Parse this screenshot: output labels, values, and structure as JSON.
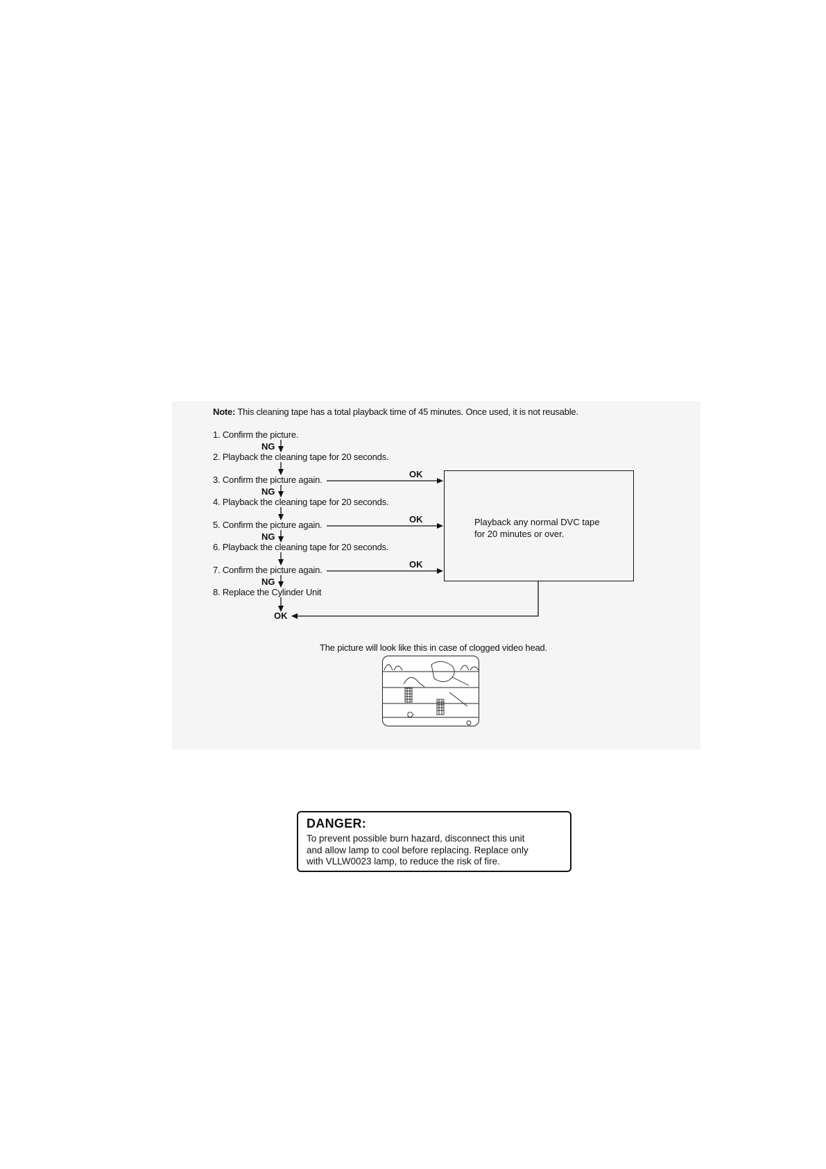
{
  "note": {
    "label": "Note:",
    "text": "This cleaning tape has a total playback time of 45 minutes. Once used, it is not reusable."
  },
  "steps": [
    "1. Confirm the picture.",
    "2. Playback the cleaning tape for 20 seconds.",
    "3. Confirm the picture again.",
    "4. Playback the cleaning tape for 20 seconds.",
    "5. Confirm the picture again.",
    "6. Playback the cleaning tape for 20 seconds.",
    "7. Confirm the picture again.",
    "8. Replace the Cylinder Unit"
  ],
  "labels": {
    "ng": "NG",
    "ok": "OK"
  },
  "box": {
    "line1": "Playback any normal DVC tape",
    "line2": "for 20 minutes or over."
  },
  "caption": "The picture will look like this in case of clogged video head.",
  "danger": {
    "title": "DANGER:",
    "body": "To prevent possible burn hazard, disconnect this unit\nand allow lamp to cool before replacing. Replace only\nwith VLLW0023 lamp, to reduce the risk of fire."
  }
}
